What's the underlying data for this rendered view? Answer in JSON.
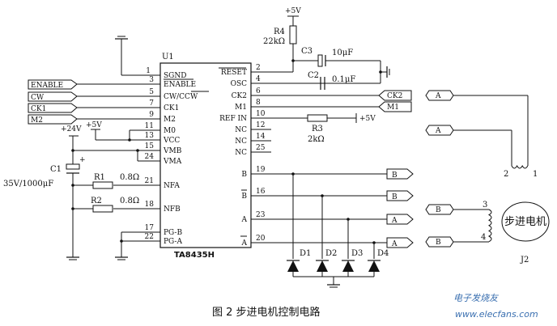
{
  "ic": {
    "designator": "U1",
    "part": "TA8435H"
  },
  "left_pins": [
    {
      "num": "1",
      "name": "SGND"
    },
    {
      "num": "3",
      "name": "ENABLE"
    },
    {
      "num": "5",
      "name": "CW/CCW"
    },
    {
      "num": "7",
      "name": "CK1"
    },
    {
      "num": "9",
      "name": "M2"
    },
    {
      "num": "11",
      "name": "M0"
    },
    {
      "num": "13",
      "name": "VCC"
    },
    {
      "num": "15",
      "name": "VMB"
    },
    {
      "num": "24",
      "name": "VMA"
    },
    {
      "num": "21",
      "name": "NFA"
    },
    {
      "num": "18",
      "name": "NFB"
    },
    {
      "num": "17",
      "name": "PG-B"
    },
    {
      "num": "22",
      "name": "PG-A"
    }
  ],
  "right_pins": [
    {
      "num": "2",
      "name": "RESET"
    },
    {
      "num": "4",
      "name": "OSC"
    },
    {
      "num": "6",
      "name": "CK2"
    },
    {
      "num": "8",
      "name": "M1"
    },
    {
      "num": "10",
      "name": "REF IN"
    },
    {
      "num": "12",
      "name": "NC"
    },
    {
      "num": "14",
      "name": "NC"
    },
    {
      "num": "25",
      "name": "NC"
    },
    {
      "num": "19",
      "name": "B"
    },
    {
      "num": "16",
      "name": "B"
    },
    {
      "num": "23",
      "name": "A"
    },
    {
      "num": "20",
      "name": "A"
    }
  ],
  "input_ports": [
    "ENABLE",
    "CW",
    "CK1",
    "M2"
  ],
  "right_ports": [
    "CK2",
    "M1"
  ],
  "output_ports": [
    "B",
    "B",
    "A",
    "A"
  ],
  "motor_ports": [
    "A",
    "A",
    "B",
    "B"
  ],
  "supplies": {
    "p5v_top": "+5V",
    "p5v_left": "+5V",
    "p24v": "+24V",
    "p5v_ref": "+5V"
  },
  "components": {
    "r4_name": "R4",
    "r4_val": "22kΩ",
    "c3_name": "C3",
    "c3_val": "10μF",
    "c2_name": "C2",
    "c2_val": "0.1μF",
    "r3_name": "R3",
    "r3_val": "2kΩ",
    "c1_name": "C1",
    "c1_val": "35V/1000μF",
    "r1_name": "R1",
    "r1_val": "0.8Ω",
    "r2_name": "R2",
    "r2_val": "0.8Ω",
    "diodes": [
      "D1",
      "D2",
      "D3",
      "D4"
    ]
  },
  "motor": {
    "label": "步进电机",
    "designator": "J2",
    "pins": [
      "2",
      "1",
      "3",
      "4"
    ]
  },
  "caption": "图 2   步进电机控制电路",
  "watermark": "电子发烧友",
  "watermark_url": "www.elecfans.com"
}
